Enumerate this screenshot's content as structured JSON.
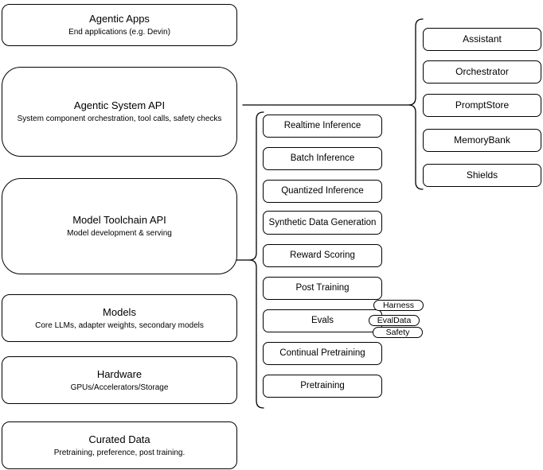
{
  "layers": [
    {
      "title": "Agentic Apps",
      "subtitle": "End applications (e.g. Devin)"
    },
    {
      "title": "Agentic System API",
      "subtitle": "System component orchestration, tool calls, safety checks"
    },
    {
      "title": "Model Toolchain API",
      "subtitle": "Model development & serving"
    },
    {
      "title": "Models",
      "subtitle": "Core LLMs, adapter weights, secondary models"
    },
    {
      "title": "Hardware",
      "subtitle": "GPUs/Accelerators/Storage"
    },
    {
      "title": "Curated Data",
      "subtitle": "Pretraining, preference, post training."
    }
  ],
  "toolchain": {
    "items": [
      "Realtime Inference",
      "Batch Inference",
      "Quantized Inference",
      "Synthetic Data Generation",
      "Reward Scoring",
      "Post Training",
      "Evals",
      "Continual Pretraining",
      "Pretraining"
    ],
    "evals_tags": [
      "Harness",
      "EvalData",
      "Safety"
    ]
  },
  "system_components": {
    "items": [
      "Assistant",
      "Orchestrator",
      "PromptStore",
      "MemoryBank",
      "Shields"
    ]
  },
  "colors": {
    "stroke": "#000000",
    "node_fill": "#ffffff",
    "background": "#ffffff"
  }
}
